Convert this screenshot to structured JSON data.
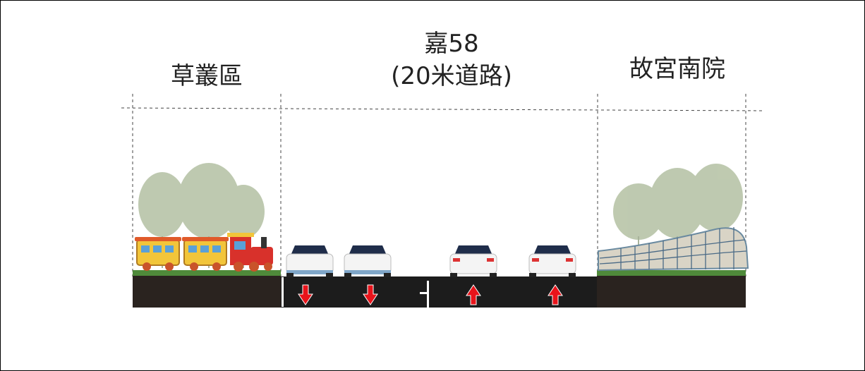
{
  "diagram": {
    "left_zone": {
      "label": "草叢區"
    },
    "center_zone": {
      "label_line1": "嘉58",
      "label_line2": "(20米道路)"
    },
    "right_zone": {
      "label": "故宮南院"
    },
    "lane_directions": [
      "down",
      "down",
      "up",
      "up"
    ],
    "colors": {
      "ground": "#2a231f",
      "road": "#1c1c1c",
      "arrow": "#e8141b",
      "lane_marking": "#ffffff",
      "tree_foliage": "#b8c4a4",
      "grass": "#4f8a3a"
    }
  }
}
